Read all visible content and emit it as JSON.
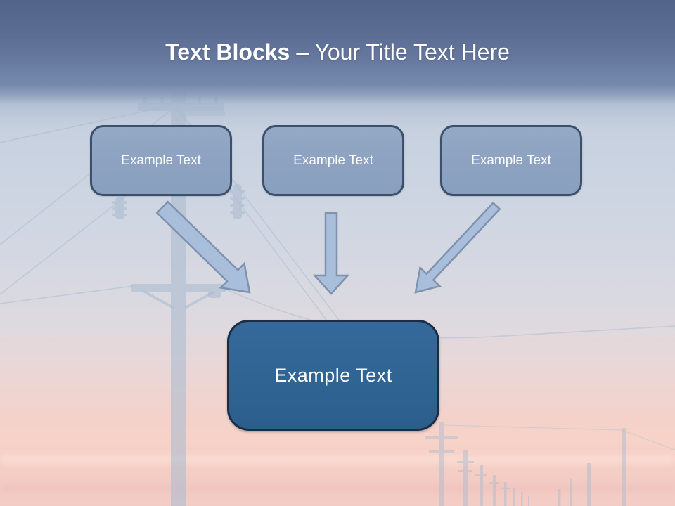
{
  "slide": {
    "title": {
      "bold": "Text Blocks",
      "regular": "– Your Title Text Here"
    }
  },
  "diagram": {
    "top_blocks": [
      {
        "label": "Example Text"
      },
      {
        "label": "Example Text"
      },
      {
        "label": "Example Text"
      }
    ],
    "center_block": {
      "label": "Example Text"
    },
    "arrows": [
      {
        "name": "arrow-from-block-1",
        "direction": "down-right"
      },
      {
        "name": "arrow-from-block-2",
        "direction": "down"
      },
      {
        "name": "arrow-from-block-3",
        "direction": "down-left"
      }
    ]
  },
  "background": {
    "photo_subject": "power-line-poles-at-sunset",
    "colors": {
      "header_top": "#52648a",
      "header_bottom": "#7689ad",
      "sky_blue": "#cdd5e2",
      "sunset_pink": "#f4cdc5",
      "silhouette_gray": "#aebdd0"
    }
  },
  "colors": {
    "title_text": "#ffffff",
    "top_block_fill": "#8ca2c0",
    "top_block_border": "#3c4f6b",
    "top_block_text": "#fbfcfe",
    "center_block_fill": "#2f6493",
    "center_block_border": "#1b2c44",
    "center_block_text": "#fbfcfe",
    "arrow_fill": "#a8bedb",
    "arrow_stroke": "#7f92ae"
  }
}
